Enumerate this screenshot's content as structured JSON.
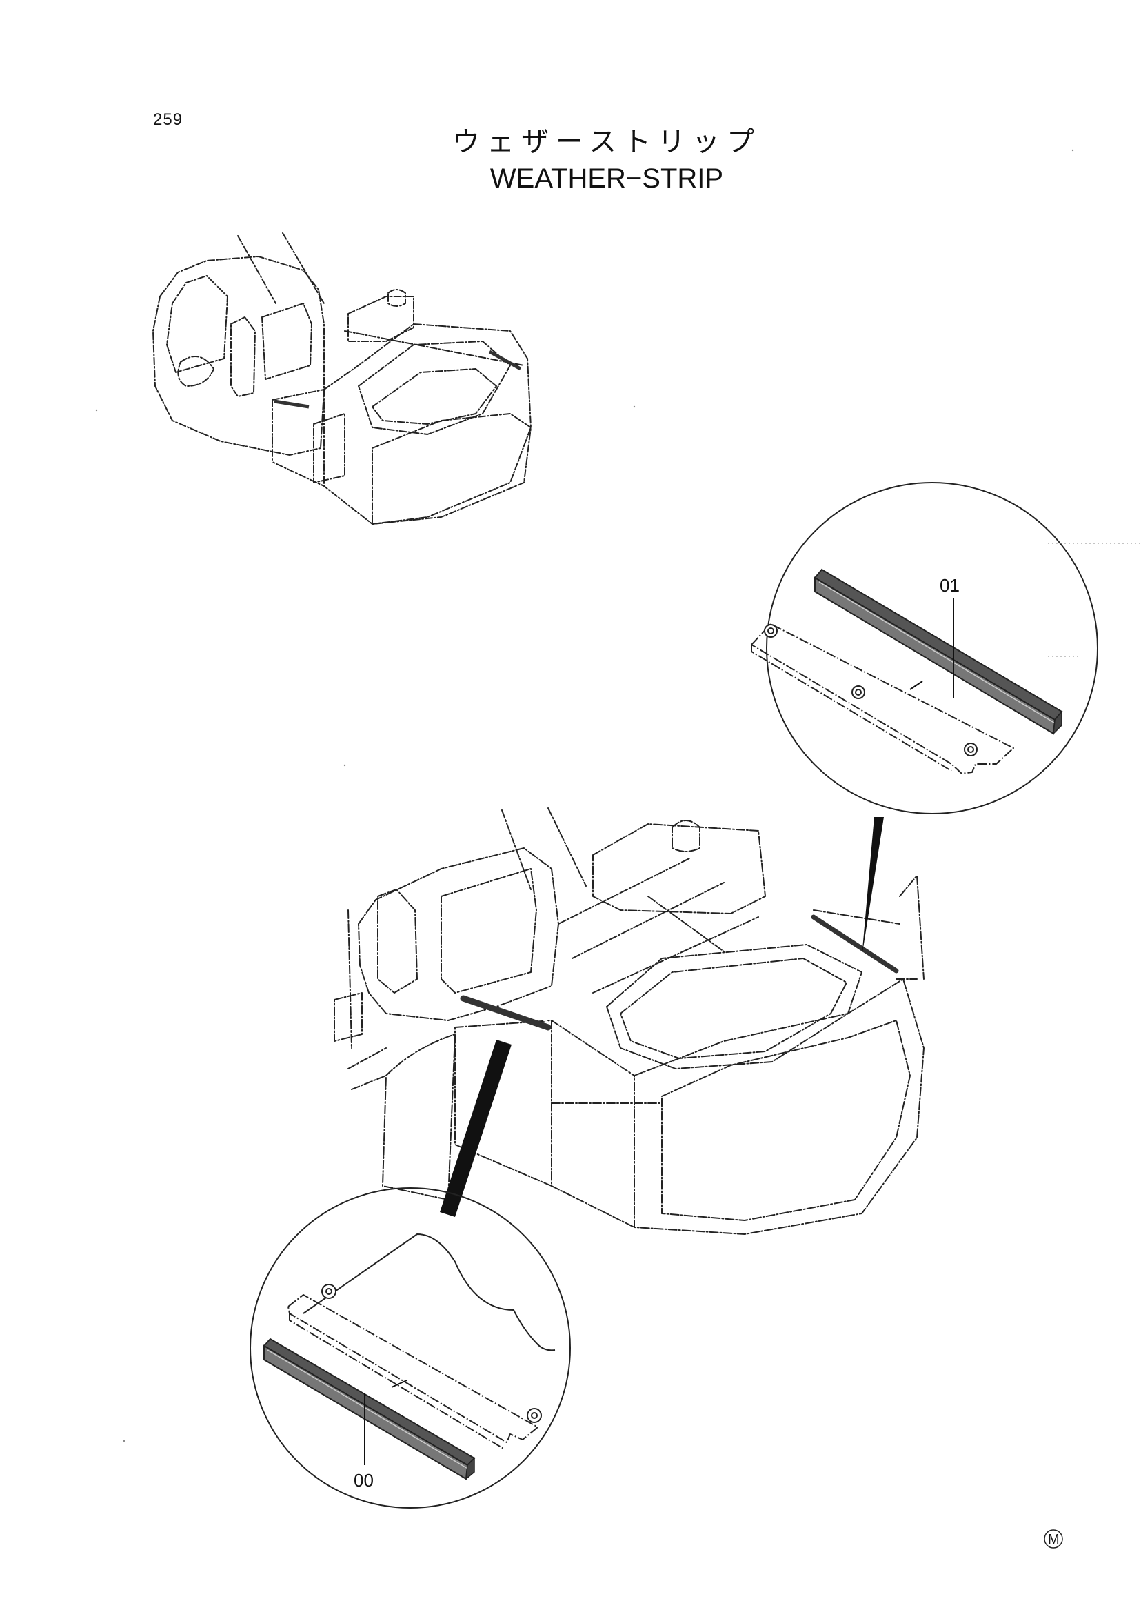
{
  "page": {
    "number": "259",
    "title_jp": "ウェザーストリップ",
    "title_en": "WEATHER−STRIP",
    "corner_mark": "M"
  },
  "callouts": [
    {
      "id": "01",
      "label": "01"
    },
    {
      "id": "00",
      "label": "00"
    }
  ],
  "drawing": {
    "line_color": "#222222",
    "strip_color": "#333333",
    "views": [
      "overview-excavator",
      "closeup-upper-structure",
      "detail-circle-01",
      "detail-circle-00"
    ]
  }
}
